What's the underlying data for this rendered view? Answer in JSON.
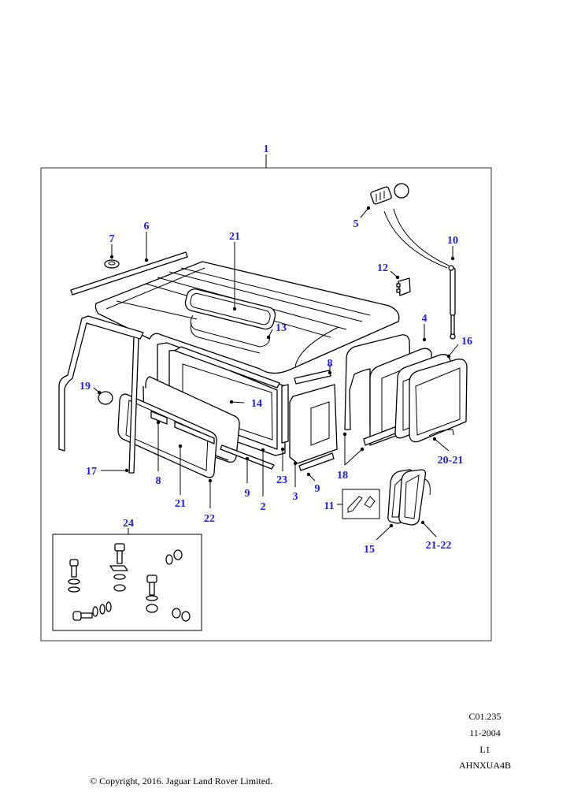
{
  "diagram": {
    "title": "Hard Top Assembly",
    "assembly_callout": "1",
    "callouts": {
      "c2": "2",
      "c3": "3",
      "c4": "4",
      "c5": "5",
      "c6": "6",
      "c7": "7",
      "c8a": "8",
      "c8b": "8",
      "c9a": "9",
      "c9b": "9",
      "c10": "10",
      "c11": "11",
      "c12": "12",
      "c13": "13",
      "c14": "14",
      "c15": "15",
      "c16": "16",
      "c17": "17",
      "c18": "18",
      "c19": "19",
      "c20_21": "20-21",
      "c21a": "21",
      "c21b": "21",
      "c21_22": "21-22",
      "c22": "22",
      "c23": "23",
      "c24": "24"
    }
  },
  "footer": {
    "ref_code": "C01.235",
    "date": "11-2004",
    "level": "L1",
    "illustration_id": "AHNXUA4B",
    "copyright": "© Copyright, 2016. Jaguar Land Rover Limited."
  },
  "colors": {
    "callout": "#1a1aff",
    "line": "#000000",
    "background": "#ffffff"
  }
}
